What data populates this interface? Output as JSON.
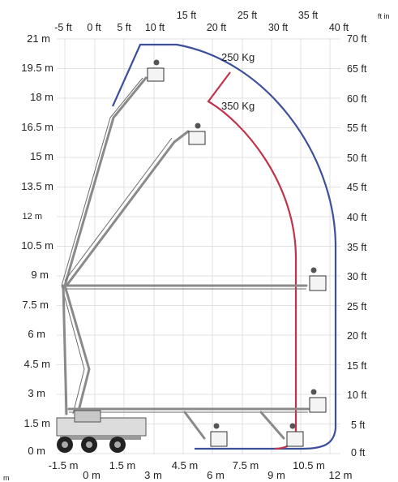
{
  "meters_left": [
    "21 m",
    "19.5 m",
    "18 m",
    "16.5 m",
    "15 m",
    "13.5 m",
    "12 m",
    "10.5 m",
    "9 m",
    "7.5 m",
    "6 m",
    "4.5 m",
    "3 m",
    "1.5 m",
    "0 m"
  ],
  "feet_right": [
    "70 ft",
    "65 ft",
    "60 ft",
    "55 ft",
    "50 ft",
    "45 ft",
    "40 ft",
    "35 ft",
    "30 ft",
    "25 ft",
    "20 ft",
    "15 ft",
    "10 ft",
    "5 ft",
    "0 ft"
  ],
  "feet_top_row2": [
    "-5 ft",
    "0 ft",
    "5 ft",
    "10 ft",
    "20 ft",
    "30 ft",
    "40 ft"
  ],
  "feet_top_row1": [
    "15 ft",
    "25 ft",
    "35 ft"
  ],
  "ft_in_label": "ft in",
  "meters_bottom_row1": [
    "-1.5 m",
    "1.5 m",
    "4.5 m",
    "7.5 m",
    "10.5 m"
  ],
  "meters_bottom_row2": [
    "0 m",
    "3 m",
    "6 m",
    "9 m",
    "12 m"
  ],
  "m_label": "m",
  "load_curves": [
    {
      "name": "250 Kg",
      "color": "#3b4f9a"
    },
    {
      "name": "350 Kg",
      "color": "#c0334a"
    }
  ]
}
